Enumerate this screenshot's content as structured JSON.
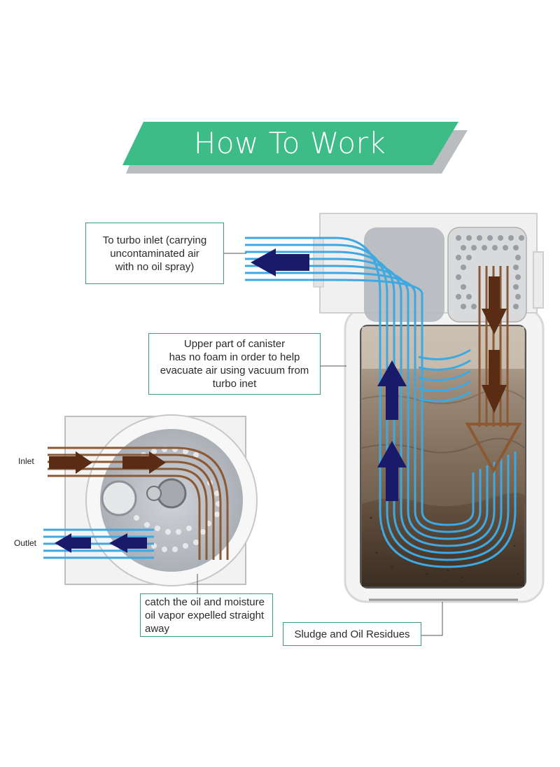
{
  "title": "How To Work",
  "labels": {
    "inlet": "Inlet",
    "outlet": "Outlet"
  },
  "callouts": {
    "turbo_inlet": [
      "To turbo inlet (carrying",
      "uncontaminated air",
      "with no oil spray)"
    ],
    "upper_part": [
      "Upper part of canister",
      "has no foam in order to help",
      "evacuate air using vacuum from",
      "turbo inet"
    ],
    "catch_oil": [
      "catch the oil and moisture",
      "oil vapor expelled straight",
      "away"
    ],
    "sludge": "Sludge and Oil Residues"
  },
  "colors": {
    "banner": "#3dbc87",
    "banner_shadow": "#b9bdbf",
    "callout_border": "#3f9a78",
    "clean_air": "#3ea8e0",
    "oily_air": "#7a4a2a",
    "arrow": "#1a1a6b",
    "sludge": "#4d3a2c"
  }
}
